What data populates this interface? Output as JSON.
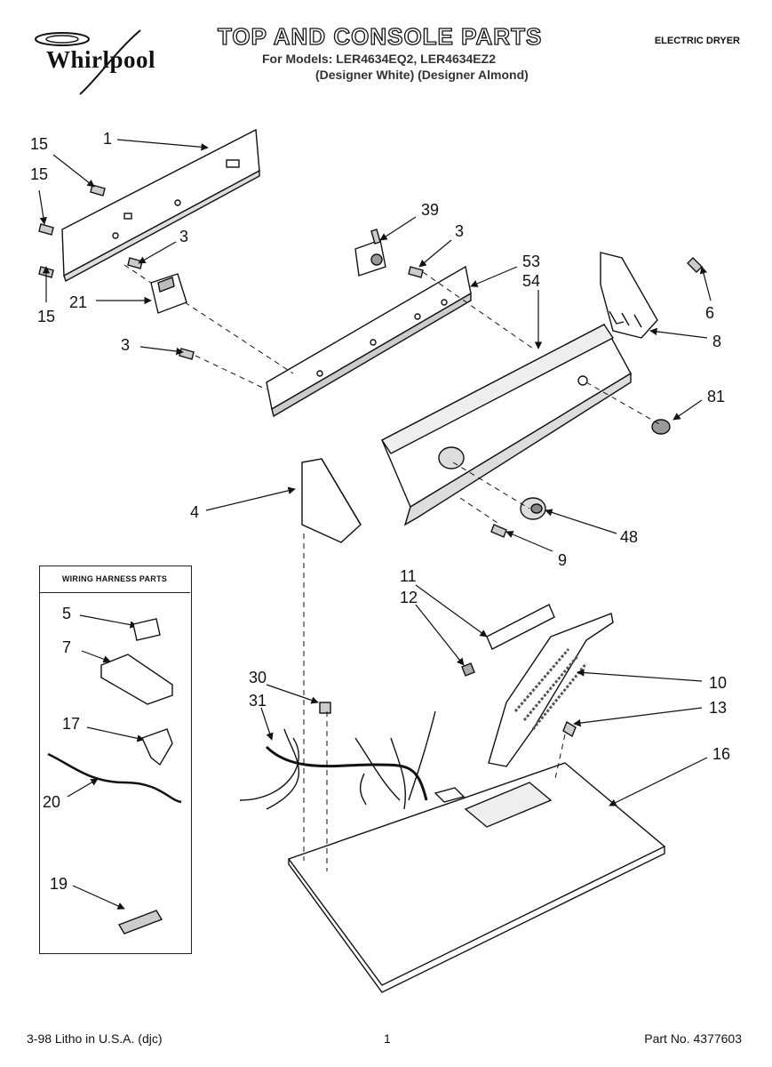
{
  "header": {
    "brand": "Whirlpool",
    "title": "TOP AND CONSOLE PARTS",
    "models_line": "For Models: LER4634EQ2, LER4634EZ2",
    "colors_line": "(Designer White) (Designer Almond)",
    "product": "ELECTRIC DRYER"
  },
  "legend": {
    "heading": "WIRING HARNESS PARTS"
  },
  "callouts": {
    "c1": "1",
    "c15a": "15",
    "c15b": "15",
    "c15c": "15",
    "c3a": "3",
    "c21": "21",
    "c3b": "3",
    "c39": "39",
    "c3c": "3",
    "c53": "53",
    "c54": "54",
    "c6": "6",
    "c8": "8",
    "c81": "81",
    "c4": "4",
    "c48": "48",
    "c9": "9",
    "c11": "11",
    "c12": "12",
    "c10": "10",
    "c13": "13",
    "c30": "30",
    "c31": "31",
    "c16": "16",
    "c5": "5",
    "c7": "7",
    "c17": "17",
    "c20": "20",
    "c19": "19"
  },
  "footer": {
    "litho": "3-98 Litho in U.S.A. (djc)",
    "page": "1",
    "part_no": "Part No. 4377603"
  }
}
